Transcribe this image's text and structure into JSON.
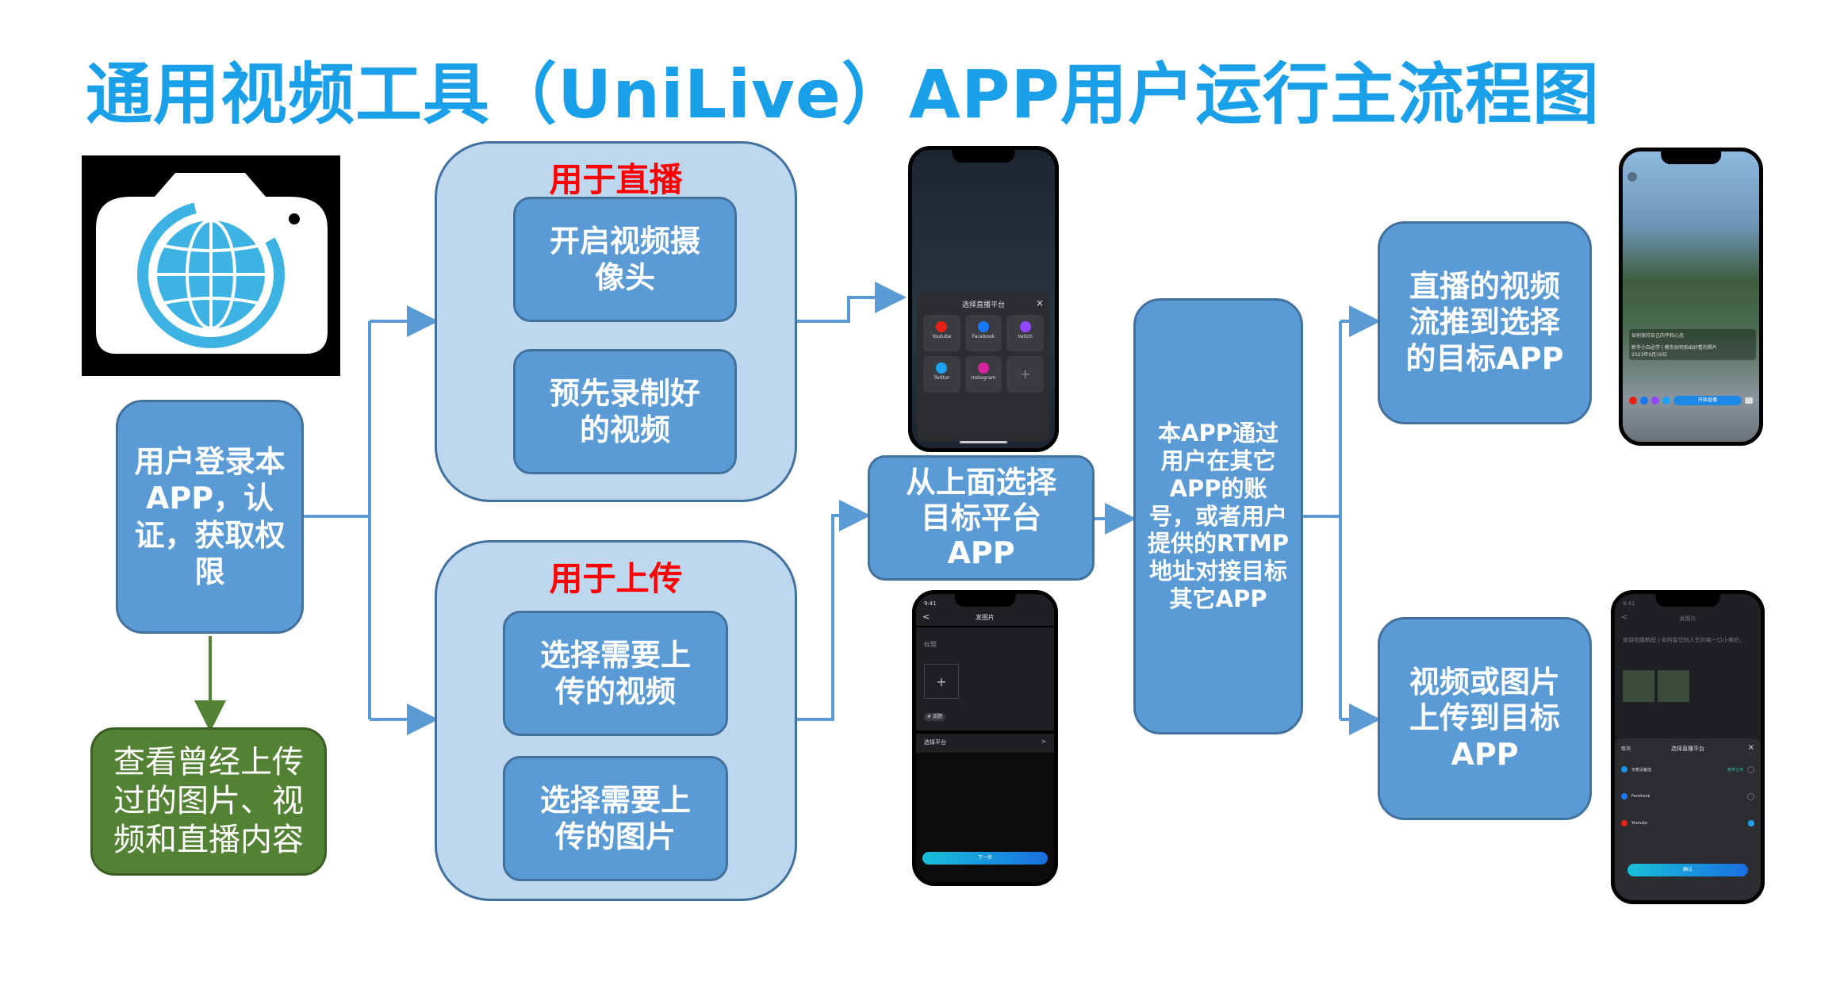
{
  "title": "通用视频工具（UniLive）APP用户运行主流程图",
  "boxes": {
    "login": "用户登录本APP，认证，获取权限",
    "history": "查看曾经上传过的图片、视频和直播内容",
    "open_camera": "开启视频摄像头",
    "prerecorded": "预先录制好的视频",
    "select_upload_video": "选择需要上传的视频",
    "select_upload_image": "选择需要上传的图片",
    "choose_platform": "从上面选择目标平台APP",
    "connect_accounts": "本APP通过用户在其它APP的账号，或者用户提供的RTMP地址对接目标其它APP",
    "push_stream": "直播的视频流推到选择的目标APP",
    "upload_to_target": "视频或图片上传到目标APP"
  },
  "groups": {
    "live_label": "用于直播",
    "upload_label": "用于上传"
  },
  "phone1": {
    "sheet_title": "选择直播平台",
    "close": "×",
    "platforms": [
      "Youtube",
      "Facebook",
      "twitch",
      "Twitter",
      "Instagram",
      "+"
    ]
  },
  "phone2": {
    "status_time": "9:41",
    "back": "<",
    "header": "发图片",
    "placeholder": "标题",
    "plus": "+",
    "tag": "# 话题",
    "row_label": "选择平台",
    "row_arrow": ">",
    "button": "下一步"
  },
  "phone3": {
    "caption1": "如何保持自己的平和心态",
    "caption2": "新手小白必学 | 教你如何拍出好看的照片",
    "caption3": "2023年9月19日",
    "start": "开始直播"
  },
  "phone4": {
    "status_time": "9:41",
    "back": "<",
    "header": "发图片",
    "body": "旅游拍摄教程 | 如何留住别人生的每一口小美好。",
    "sheet_cancel": "取消",
    "sheet_title": "选择直播平台",
    "sheet_close": "×",
    "rows": [
      {
        "name": "无痕设备值",
        "tag": "暂停上传"
      },
      {
        "name": "Facebook",
        "tag": ""
      },
      {
        "name": "Youtube",
        "tag": ""
      }
    ],
    "confirm": "确认"
  },
  "colors": {
    "title": "#1aa0e8",
    "box": "#5b9bd5",
    "group": "#bdd7ee",
    "arrow": "#5b9bd5",
    "green_box": "#548235",
    "green_arrow": "#548235",
    "label_red": "#ff0000"
  },
  "icons": {
    "logo": "camera-globe-icon"
  }
}
